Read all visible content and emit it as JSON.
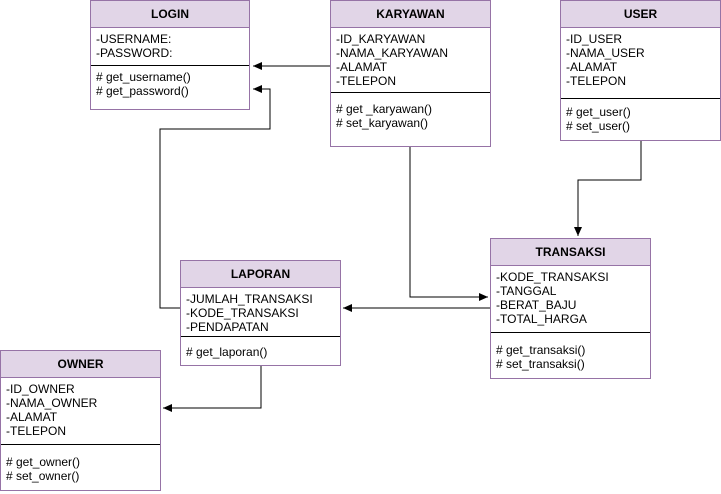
{
  "classes": {
    "login": {
      "name": "LOGIN",
      "attributes": [
        "-USERNAME:",
        "-PASSWORD:"
      ],
      "methods": [
        "# get_username()",
        "# get_password()"
      ]
    },
    "karyawan": {
      "name": "KARYAWAN",
      "attributes": [
        "-ID_KARYAWAN",
        "-NAMA_KARYAWAN",
        "-ALAMAT",
        "-TELEPON"
      ],
      "methods": [
        "# get _karyawan()",
        "# set_karyawan()"
      ]
    },
    "user": {
      "name": "USER",
      "attributes": [
        "-ID_USER",
        "-NAMA_USER",
        "-ALAMAT",
        "-TELEPON"
      ],
      "methods": [
        "# get_user()",
        "# set_user()"
      ]
    },
    "transaksi": {
      "name": "TRANSAKSI",
      "attributes": [
        "-KODE_TRANSAKSI",
        "-TANGGAL",
        "-BERAT_BAJU",
        "-TOTAL_HARGA"
      ],
      "methods": [
        "# get_transaksi()",
        "# set_transaksi()"
      ]
    },
    "laporan": {
      "name": "LAPORAN",
      "attributes": [
        "-JUMLAH_TRANSAKSI",
        "-KODE_TRANSAKSI",
        "-PENDAPATAN"
      ],
      "methods": [
        "# get_laporan()"
      ]
    },
    "owner": {
      "name": "OWNER",
      "attributes": [
        "-ID_OWNER",
        "-NAMA_OWNER",
        "-ALAMAT",
        "-TELEPON"
      ],
      "methods": [
        "# get_owner()",
        "# set_owner()"
      ]
    }
  },
  "colors": {
    "header_fill": "#e1d5e7",
    "border": "#9673a6",
    "connector": "#000000"
  }
}
